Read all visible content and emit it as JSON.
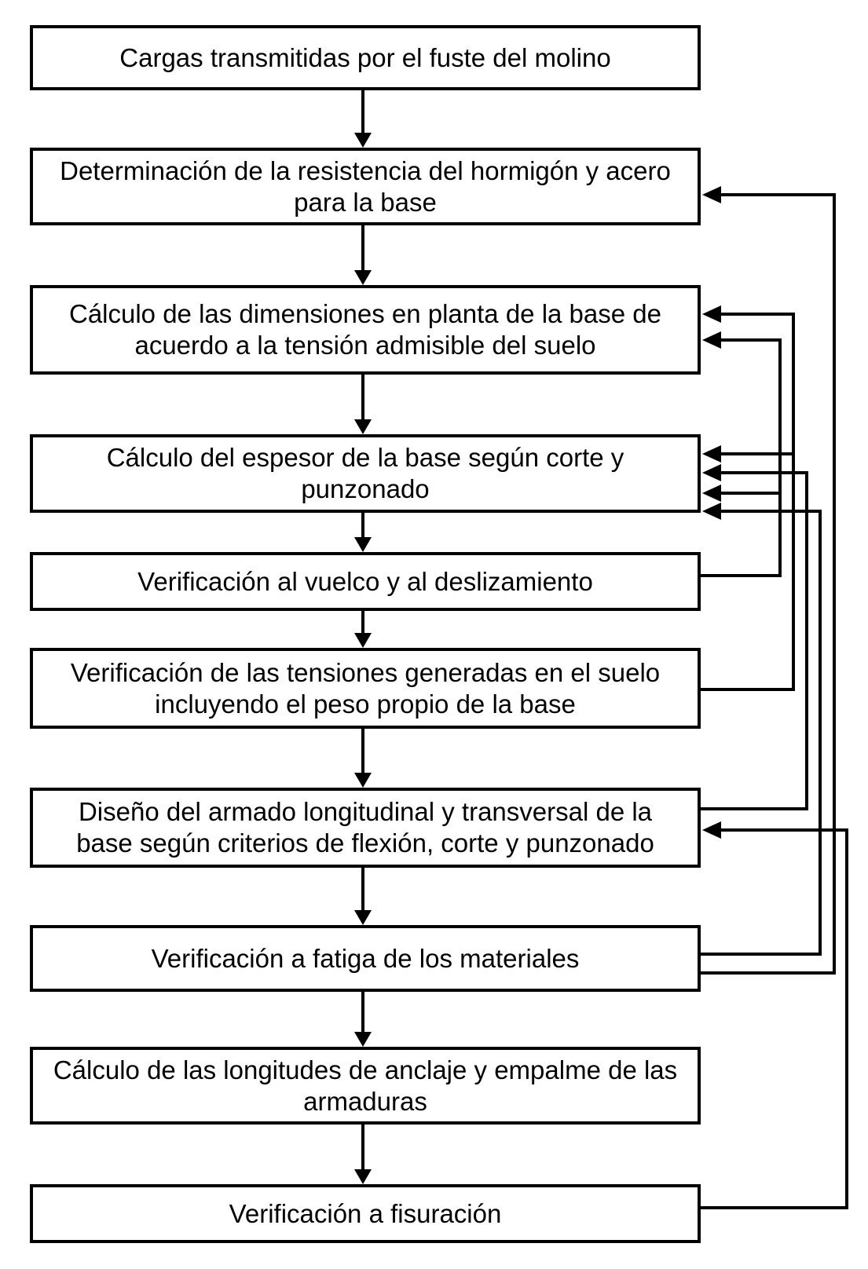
{
  "colors": {
    "background": "#ffffff",
    "line": "#000000",
    "box_fill": "#ffffff",
    "text": "#000000"
  },
  "boxes": [
    {
      "id": 1,
      "label": "Cargas transmitidas por el fuste del molino"
    },
    {
      "id": 2,
      "label": "Determinación de la resistencia del hormigón y acero\npara la base"
    },
    {
      "id": 3,
      "label": "Cálculo de las dimensiones en planta de la base de\nacuerdo a la tensión admisible del suelo"
    },
    {
      "id": 4,
      "label": "Cálculo del espesor de la base según corte y\npunzonado"
    },
    {
      "id": 5,
      "label": "Verificación al vuelco y al deslizamiento"
    },
    {
      "id": 6,
      "label": "Verificación de las tensiones generadas en el suelo\nincluyendo el peso propio de la base"
    },
    {
      "id": 7,
      "label": "Diseño del armado longitudinal y transversal de la\nbase según criterios de flexión, corte y punzonado"
    },
    {
      "id": 8,
      "label": "Verificación a fatiga de los materiales"
    },
    {
      "id": 9,
      "label": "Cálculo de las longitudes de anclaje y empalme de las\narmaduras"
    },
    {
      "id": 10,
      "label": "Verificación a fisuración"
    }
  ],
  "flow": {
    "forward": [
      [
        1,
        2
      ],
      [
        2,
        3
      ],
      [
        3,
        4
      ],
      [
        4,
        5
      ],
      [
        5,
        6
      ],
      [
        6,
        7
      ],
      [
        7,
        8
      ],
      [
        8,
        9
      ],
      [
        9,
        10
      ]
    ],
    "feedback": [
      {
        "from": 5,
        "to": [
          4,
          3
        ]
      },
      {
        "from": 6,
        "to": [
          4,
          3
        ]
      },
      {
        "from": 7,
        "to": [
          4
        ]
      },
      {
        "from": 8,
        "to": [
          4
        ]
      },
      {
        "from": 8,
        "to": [
          2
        ]
      },
      {
        "from": 10,
        "to": [
          7
        ]
      }
    ]
  }
}
